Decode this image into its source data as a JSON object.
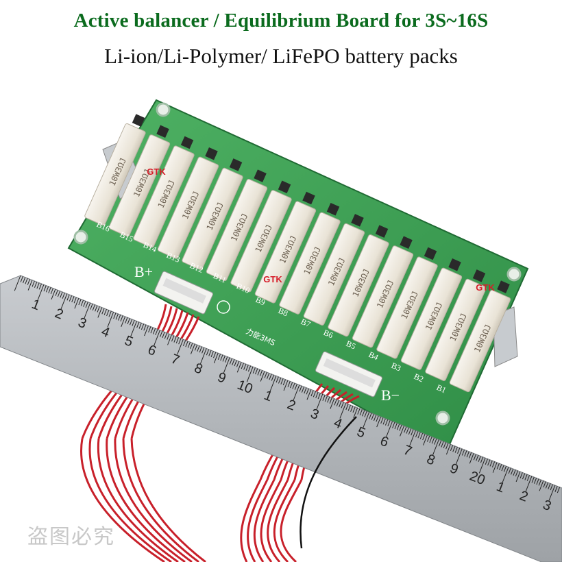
{
  "heading": {
    "line1": "Active balancer / Equilibrium Board for 3S~16S",
    "line2": "Li-ion/Li-Polymer/ LiFePO battery packs"
  },
  "board": {
    "resistor_marking": "10W3ΩJ",
    "brand_mark": "GTK",
    "model_print": "力能3MS",
    "terminal_left": "B+",
    "terminal_right": "B−",
    "cell_labels_top_row": [
      "B16",
      "B15",
      "B14",
      "B13",
      "B12",
      "B11",
      "B10"
    ],
    "cell_labels_bottom_row": [
      "B9",
      "B8",
      "B7",
      "B6",
      "B5",
      "B4",
      "B3",
      "B2",
      "B1"
    ],
    "resistor_count": 16
  },
  "ruler": {
    "numbers_upper": [
      "1",
      "2",
      "3",
      "4",
      "5",
      "6",
      "7",
      "8",
      "9",
      "10",
      "1",
      "2",
      "3",
      "4",
      "5",
      "6",
      "7",
      "8",
      "9",
      "20",
      "1",
      "2",
      "3"
    ]
  },
  "watermark": "盗图必究",
  "colors": {
    "title_green": "#0b6b1e",
    "pcb_green": "#3fa055",
    "resistor": "#ece7dc",
    "wire_red": "#c8202a",
    "ruler_steel": "#b4b8bc"
  }
}
